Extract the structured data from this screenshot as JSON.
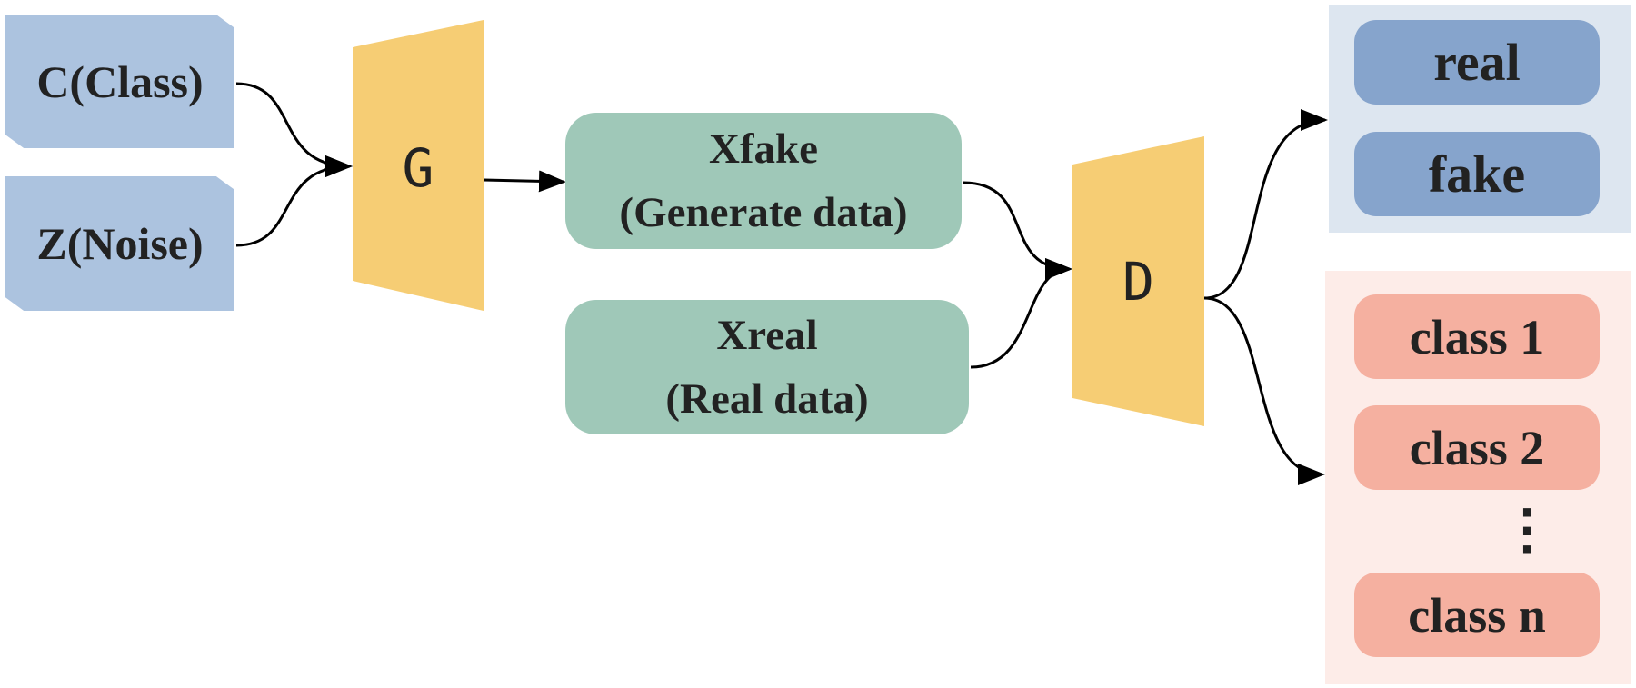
{
  "colors": {
    "input": "#acc3df",
    "network": "#f6cd74",
    "data": "#9fc8b8",
    "output_panel": "#dde6f0",
    "output_pill": "#86a4cc",
    "class_panel": "#fdece8",
    "class_pill": "#f5b0a0",
    "arrow": "#000000"
  },
  "inputs": {
    "class_label": "C(Class)",
    "noise_label": "Z(Noise)"
  },
  "generator": {
    "label": "G"
  },
  "discriminator": {
    "label": "D"
  },
  "fake_data": {
    "line1": "Xfake",
    "line2": "(Generate data)"
  },
  "real_data": {
    "line1": "Xreal",
    "line2": "(Real data)"
  },
  "source_output": {
    "real": "real",
    "fake": "fake"
  },
  "class_output": {
    "items": [
      "class 1",
      "class 2",
      "class n"
    ],
    "ellipsis": "⋮"
  }
}
